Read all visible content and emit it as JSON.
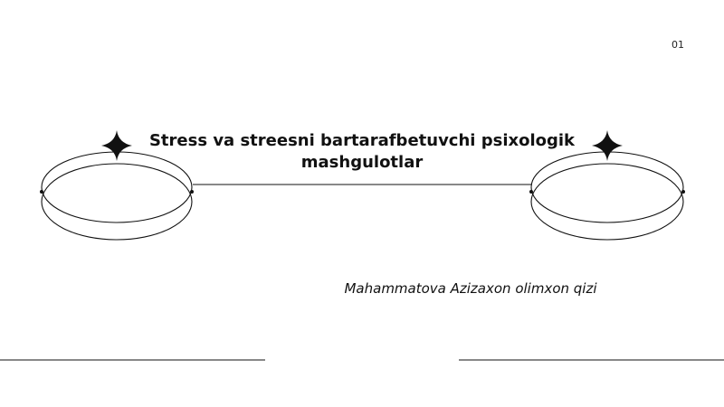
{
  "slide": {
    "page_number": "01",
    "title_line1": "Stress va streesni bartarafbetuvchi psixologik",
    "title_line2": "mashgulotlar",
    "author": "Mahammatova Azizaxon olimxon qizi"
  },
  "decorations": {
    "left_orbit_icon": "orbit-ring-icon",
    "right_orbit_icon": "orbit-ring-icon",
    "sparkle_icon": "four-point-star-icon",
    "line_color": "#111111"
  }
}
